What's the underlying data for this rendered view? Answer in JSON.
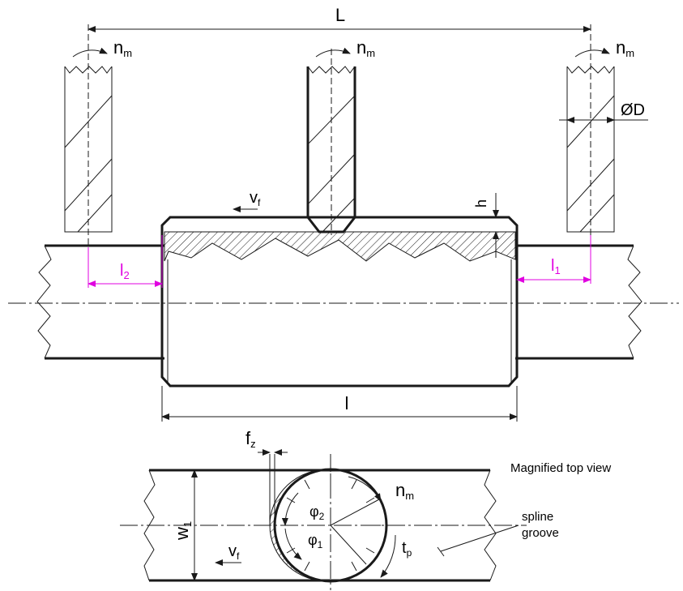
{
  "labels": {
    "L": "L",
    "n_m": "n",
    "n_m_sub": "m",
    "dia": "ØD",
    "v_f": "v",
    "v_f_sub": "f",
    "h": "h",
    "l1": "l",
    "l1_sub": "1",
    "l2": "l",
    "l2_sub": "2",
    "l": "l",
    "f_z": "f",
    "f_z_sub": "z",
    "w1": "w",
    "w1_sub": "1",
    "phi1": "φ",
    "phi1_sub": "1",
    "phi2": "φ",
    "phi2_sub": "2",
    "t_p": "t",
    "t_p_sub": "p",
    "magnified_top_view": "Magnified top view",
    "spline_line1": "spline",
    "spline_line2": "groove"
  },
  "colors": {
    "line": "#1a1a1a",
    "accent": "#e000e0",
    "background": "#ffffff"
  }
}
